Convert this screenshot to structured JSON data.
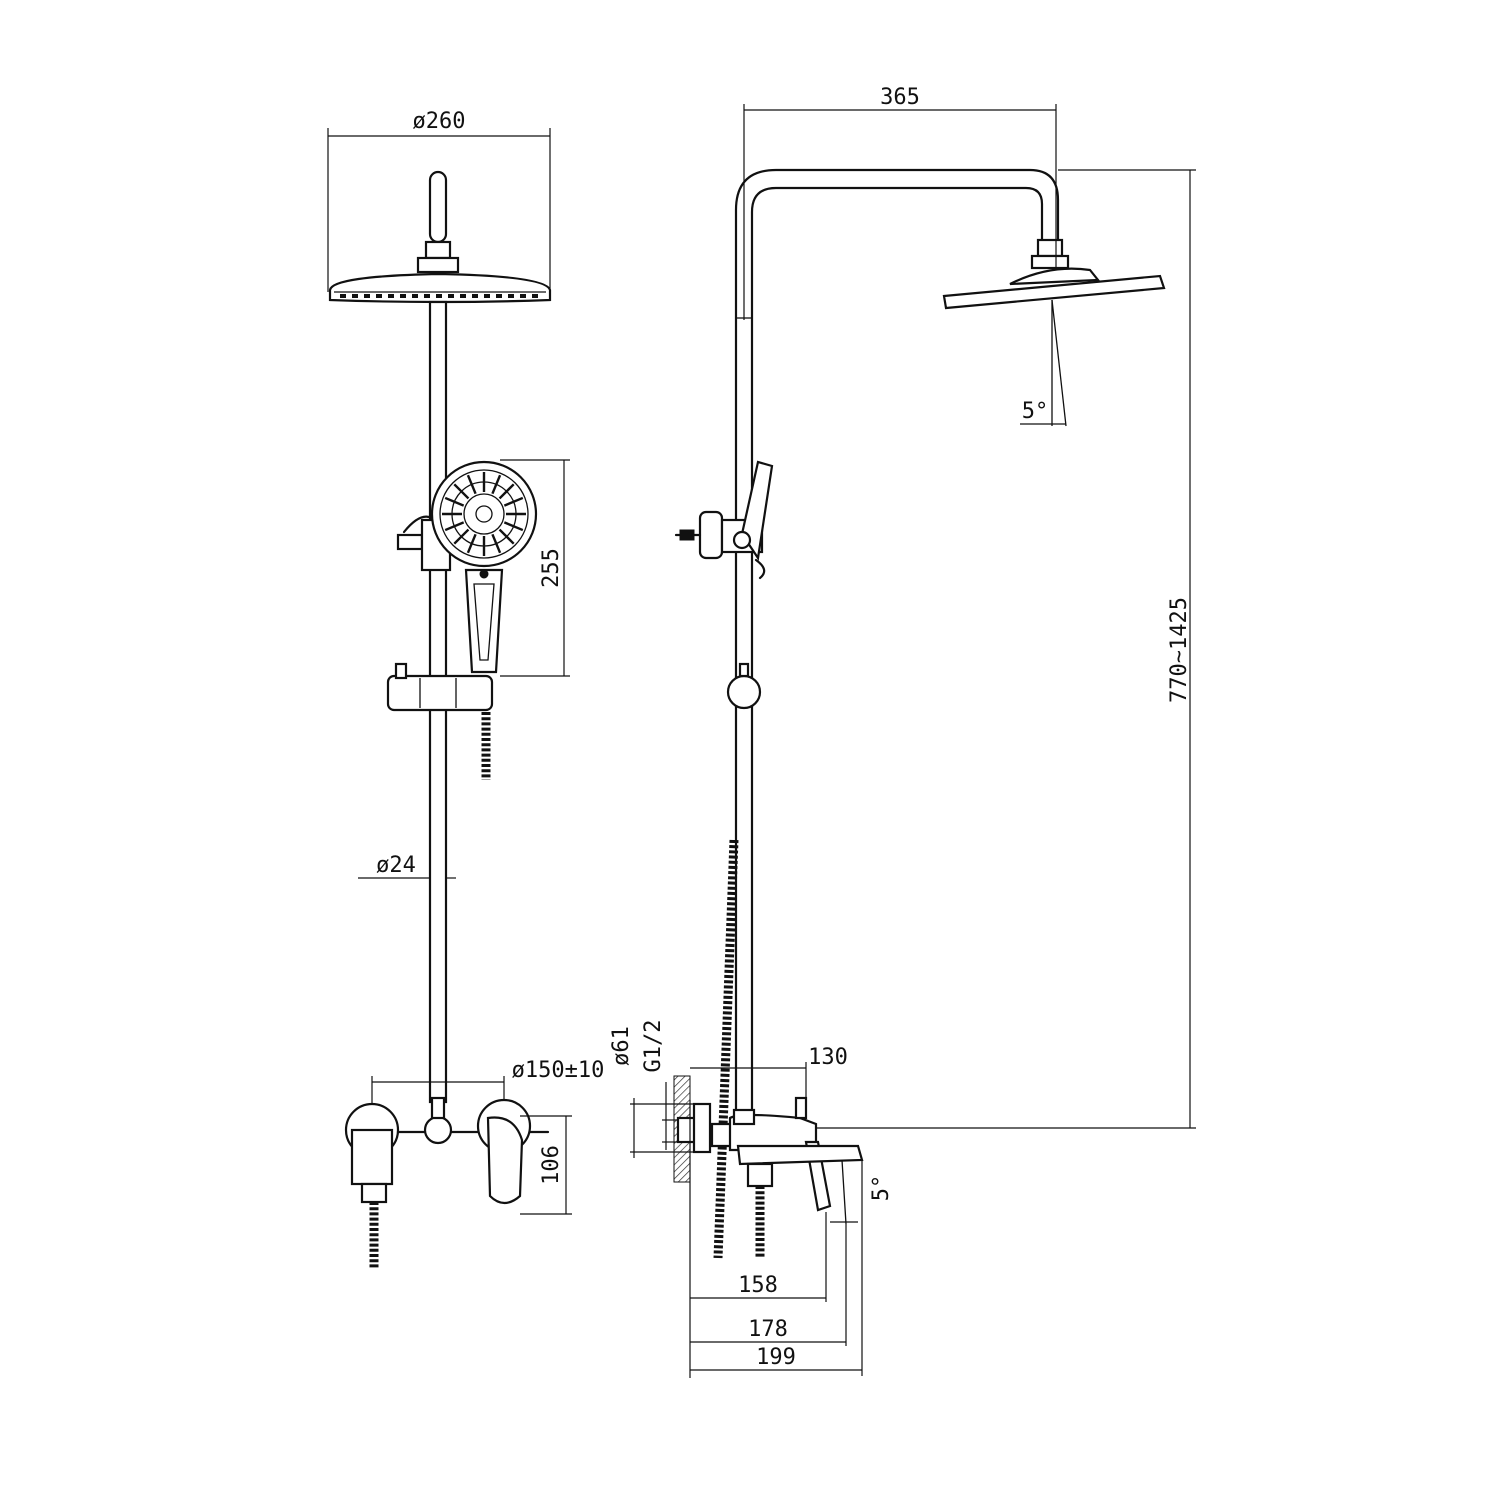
{
  "dimensions": {
    "front_view": {
      "head_diameter": "ø260",
      "handshower_height": "255",
      "bar_diameter": "ø24",
      "inlet_spacing": "ø150±10",
      "mixer_height": "106"
    },
    "side_view": {
      "arm_reach": "365",
      "height_range": "770~1425",
      "head_tilt": "5°",
      "flange_diameter": "ø61",
      "thread": "G1/2",
      "mixer_depth": "130",
      "spout_tilt": "5°",
      "depth_158": "158",
      "depth_178": "178",
      "depth_199": "199"
    }
  }
}
